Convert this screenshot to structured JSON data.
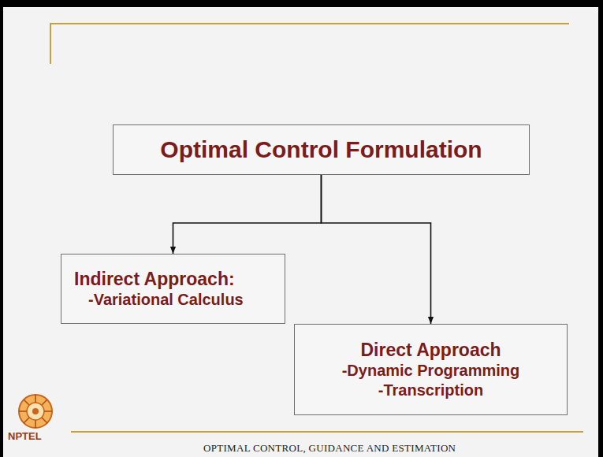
{
  "diagram": {
    "nodes": [
      {
        "text": [
          "Optimal Control Formulation"
        ]
      },
      {
        "text": [
          "Indirect Approach:",
          "-Variational Calculus"
        ]
      },
      {
        "text": [
          "Direct Approach",
          "-Dynamic Programming",
          "-Transcription"
        ]
      }
    ],
    "edges": [
      {
        "from": 0,
        "to": 1,
        "arrow": "to"
      },
      {
        "from": 0,
        "to": 2,
        "arrow": "to"
      }
    ],
    "labels": [
      "NPTEL",
      "OPTIMAL CONTROL, GUIDANCE AND ESTIMATION"
    ]
  }
}
